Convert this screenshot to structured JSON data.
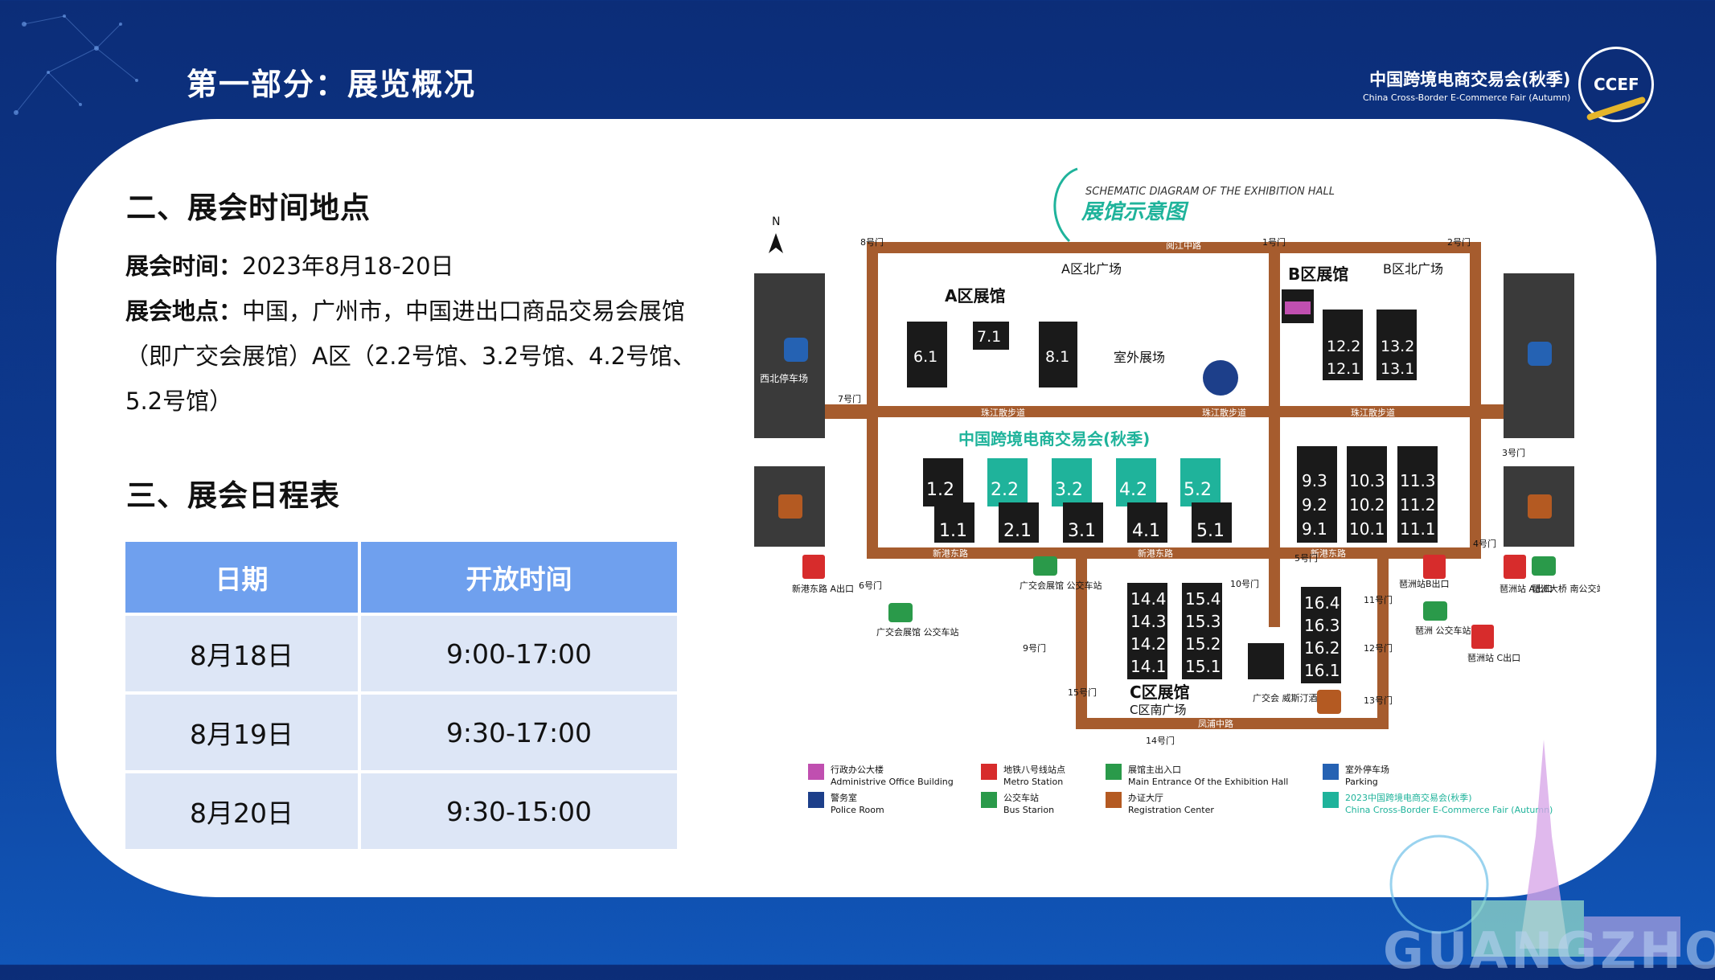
{
  "header": {
    "title": "第一部分：展览概况"
  },
  "logo": {
    "cn": "中国跨境电商交易会(秋季)",
    "en": "China Cross-Border E-Commerce Fair (Autumn)",
    "badge": "CCEF"
  },
  "section2": {
    "heading": "二、展会时间地点",
    "time_label": "展会时间：",
    "time_value": "2023年8月18-20日",
    "place_label": "展会地点：",
    "place_value": "中国，广州市，中国进出口商品交易会展馆",
    "place_line2": "（即广交会展馆）A区（2.2号馆、3.2号馆、4.2号馆、",
    "place_line3": "5.2号馆）"
  },
  "section3": {
    "heading": "三、展会日程表"
  },
  "schedule": {
    "headers": [
      "日期",
      "开放时间"
    ],
    "rows": [
      {
        "date": "8月18日",
        "hours": "9:00-17:00"
      },
      {
        "date": "8月19日",
        "hours": "9:30-17:00"
      },
      {
        "date": "8月20日",
        "hours": "9:30-15:00"
      }
    ]
  },
  "map": {
    "title_en": "SCHEMATIC DIAGRAM OF THE EXHIBITION HALL",
    "title_cn": "展馆示意图",
    "north": "N",
    "fair_label": "中国跨境电商交易会(秋季)",
    "zone_a": "A区展馆",
    "zone_b": "B区展馆",
    "zone_c": "C区展馆",
    "a_plaza": "A区北广场",
    "b_plaza": "B区北广场",
    "c_plaza": "C区南广场",
    "outdoor": "室外展场",
    "hotel": "广交会\n威斯汀酒店",
    "nw_parking": "西北停车场",
    "roads": {
      "yuejiang": "阅江中路",
      "zhujiang": "珠江散步道",
      "xingang": "新港东路",
      "fengpu": "凤浦中路"
    },
    "gates": [
      "8号门",
      "1号门",
      "2号门",
      "7号门",
      "6号门",
      "10号门",
      "5号门",
      "3号门",
      "4号门",
      "9号门",
      "11号门",
      "12号门",
      "13号门",
      "14号门",
      "15号门"
    ],
    "stations": {
      "a_exit": "新港东路\nA出口",
      "gjh_bus": "广交会展馆\n公交车站",
      "gjh_bus2": "广交会展馆\n公交车站",
      "pz_b": "琶洲站B出口",
      "pz_a": "琶洲站\nA出口",
      "pz_bridge": "琶洲大桥\n南公交站",
      "pz_bus": "琶洲\n公交车站",
      "pz_c": "琶洲站\nC出口"
    },
    "halls": {
      "a_top": [
        "6.1",
        "7.1",
        "8.1"
      ],
      "a_mid_upper": [
        "1.2",
        "2.2",
        "3.2",
        "4.2",
        "5.2"
      ],
      "a_mid_lower": [
        "1.1",
        "2.1",
        "3.1",
        "4.1",
        "5.1"
      ],
      "b_top": [
        "12.2",
        "12.1",
        "13.2",
        "13.1"
      ],
      "b_mid": [
        [
          "9.3",
          "9.2",
          "9.1"
        ],
        [
          "10.3",
          "10.2",
          "10.1"
        ],
        [
          "11.3",
          "11.2",
          "11.1"
        ]
      ],
      "c": [
        [
          "14.4",
          "14.3",
          "14.2",
          "14.1"
        ],
        [
          "15.4",
          "15.3",
          "15.2",
          "15.1"
        ],
        [
          "16.4",
          "16.3",
          "16.2",
          "16.1"
        ]
      ]
    },
    "legend": [
      {
        "cn": "行政办公大楼",
        "en": "Administrive Office Building",
        "color": "#c04fb0"
      },
      {
        "cn": "地铁八号线站点",
        "en": "Metro Station",
        "color": "#d72c2c"
      },
      {
        "cn": "展馆主出入口",
        "en": "Main Entrance Of the Exhibition Hall",
        "color": "#2a9a4a"
      },
      {
        "cn": "室外停车场",
        "en": "Parking",
        "color": "#2562b3"
      },
      {
        "cn": "警务室",
        "en": "Police Room",
        "color": "#1d3f8a"
      },
      {
        "cn": "公交车站",
        "en": "Bus Starion",
        "color": "#2a9a4a"
      },
      {
        "cn": "办证大厅",
        "en": "Registration Center",
        "color": "#b45a22"
      },
      {
        "cn": "2023中国跨境电商交易会(秋季)",
        "en": "China Cross-Border E-Commerce Fair (Autumn)",
        "color": "#1fb39b"
      }
    ],
    "road_color": "#a65c2e",
    "highlight_color": "#1fb39b"
  },
  "footer": {
    "city": "GUANGZHOU"
  }
}
